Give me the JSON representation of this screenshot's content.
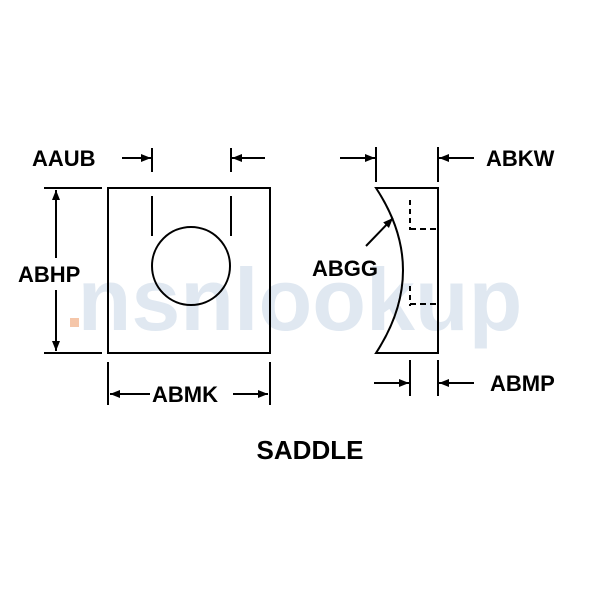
{
  "watermark": {
    "text": "nsnlookup",
    "color": "#c8d6e6"
  },
  "labels": {
    "aaub": "AAUB",
    "abhp": "ABHP",
    "abmk": "ABMK",
    "abkw": "ABKW",
    "abgg": "ABGG",
    "abmp": "ABMP"
  },
  "caption": "SADDLE",
  "colors": {
    "line": "#000000",
    "background": "#ffffff"
  }
}
